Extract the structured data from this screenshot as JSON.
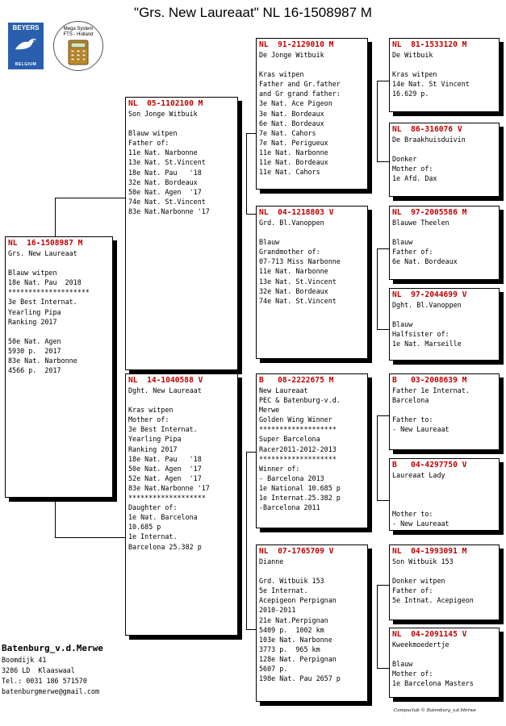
{
  "header": {
    "title": "\"Grs. New Laureaat\"  NL  16-1508987 M"
  },
  "logos": {
    "left": {
      "top_text": "BEYERS",
      "bottom_text": "BELGIUM"
    },
    "right": {
      "line1": "Mega System",
      "line2": "FTS - Holland"
    }
  },
  "pigeons": [
    {
      "ring": "NL  16-1508987 M",
      "lines": [
        "Grs. New Laureaat",
        "",
        "Blauw witpen",
        "18e Nat. Pau  2018",
        "********************",
        "3e Best Internat.",
        "Yearling Pipa",
        "Ranking 2017",
        "",
        "50e Nat. Agen",
        "5930 p.  2017",
        "83e Nat. Narbonne",
        "4566 p.  2017"
      ]
    },
    {
      "ring": "NL  05-1102100 M",
      "lines": [
        "Son Jonge Witbuik",
        "",
        "Blauw witpen",
        "Father of:",
        "11e Nat. Narbonne",
        "13e Nat. St.Vincent",
        "18e Nat. Pau   '18",
        "32e Nat. Bordeaux",
        "50e Nat. Agen  '17",
        "74e Nat. St.Vincent",
        "83e Nat.Narbonne '17"
      ]
    },
    {
      "ring": "NL  14-1040588 V",
      "lines": [
        "Dght. New Laureaat",
        "",
        "Kras witpen",
        "Mother of:",
        "3e Best Internat.",
        "Yearling Pipa",
        "Ranking 2017",
        "18e Nat. Pau   '18",
        "50e Nat. Agen  '17",
        "52e Nat. Agen  '17",
        "83e Nat.Narbonne '17",
        "*******************",
        "Daughter of:",
        "1e Nat. Barcelona",
        "10.685 p",
        "1e Internat.",
        "Barcelona 25.382 p"
      ]
    },
    {
      "ring": "NL  91-2129010 M",
      "lines": [
        "De Jonge Witbuik",
        "",
        "Kras witpen",
        "Father and Gr.father",
        "and Gr grand father:",
        "3e Nat. Ace Pigeon",
        "3e Nat. Bordeaux",
        "6e Nat. Bordeaux",
        "7e Nat. Cahors",
        "7e Nat. Perigueux",
        "11e Nat. Narbonne",
        "11e Nat. Bordeaux",
        "11e Nat. Cahors"
      ]
    },
    {
      "ring": "NL  04-1218803 V",
      "lines": [
        "Grd. Bl.Vanoppen",
        "",
        "Blauw",
        "Grandmother of:",
        "07-713 Miss Narbonne",
        "11e Nat. Narbonne",
        "13e Nat. St.Vincent",
        "32e Nat. Bordeaux",
        "74e Nat. St.Vincent"
      ]
    },
    {
      "ring": "B   08-2222675 M",
      "lines": [
        "New Laureaat",
        "PEC & Batenburg-v.d.",
        "Merwe",
        "Golden Wing Winner",
        "*******************",
        "Super Barcelona",
        "Racer2011-2012-2013",
        "*******************",
        "Winner of:",
        "- Barcelona 2013",
        "1e National 10.685 p",
        "1e Internat.25.382 p",
        "-Barcelona 2011"
      ]
    },
    {
      "ring": "NL  07-1765709 V",
      "lines": [
        "Dianne",
        "",
        "Grd. Witbuik 153",
        "5e Internat.",
        "Acepigeon Perpignan",
        "2010-2011",
        "21e Nat.Perpignan",
        "5409 p.  1002 km",
        "103e Nat. Narbonne",
        "3773 p.  965 km",
        "128e Nat. Perpignan",
        "5607 p.",
        "198e Nat. Pau 2657 p"
      ]
    },
    {
      "ring": "NL  81-1533120 M",
      "lines": [
        "De Witbuik",
        "",
        "Kras witpen",
        "14e Nat. St Vincent",
        "16.629 p."
      ]
    },
    {
      "ring": "NL  86-316076 V",
      "lines": [
        "De Braakhuisduivin",
        "",
        "Donker",
        "Mother of:",
        "1e Afd. Dax"
      ]
    },
    {
      "ring": "NL  97-2005586 M",
      "lines": [
        "Blauwe Theelen",
        "",
        "Blauw",
        "Father of:",
        "6e Nat. Bordeaux"
      ]
    },
    {
      "ring": "NL  97-2044699 V",
      "lines": [
        "Dght. Bl.Vanoppen",
        "",
        "Blauw",
        "Halfsister of:",
        "1e Nat. Marseille"
      ]
    },
    {
      "ring": "B   03-2008639 M",
      "lines": [
        "Father 1e Internat.",
        "Barcelona",
        "",
        "Father to:",
        "- New Laureaat"
      ]
    },
    {
      "ring": "B   04-4297750 V",
      "lines": [
        "Laureaat Lady",
        "",
        "",
        "",
        "Mother to:",
        "- New Laureaat"
      ]
    },
    {
      "ring": "NL  04-1993091 M",
      "lines": [
        "Son Witbuik 153",
        "",
        "Donker witpen",
        "Father of:",
        "5e Intnat. Acepigeon"
      ]
    },
    {
      "ring": "NL  04-2091145 V",
      "lines": [
        "Kweekmoedertje",
        "",
        "Blauw",
        "Mother of:",
        "1e Barcelona Masters"
      ]
    }
  ],
  "breeder": {
    "name": "Batenburg_v.d.Merwe",
    "address": "Boomdijk 41",
    "city": "3286 LD  Klaaswaal",
    "phone": "Tel.: 0031 186 571570",
    "email": "batenburgmerwe@gmail.com"
  },
  "footer": "Compuclub © Batenburg_v.d.Merwe",
  "colors": {
    "ring": "#c00000",
    "logo_blue": "#2a5fae"
  }
}
